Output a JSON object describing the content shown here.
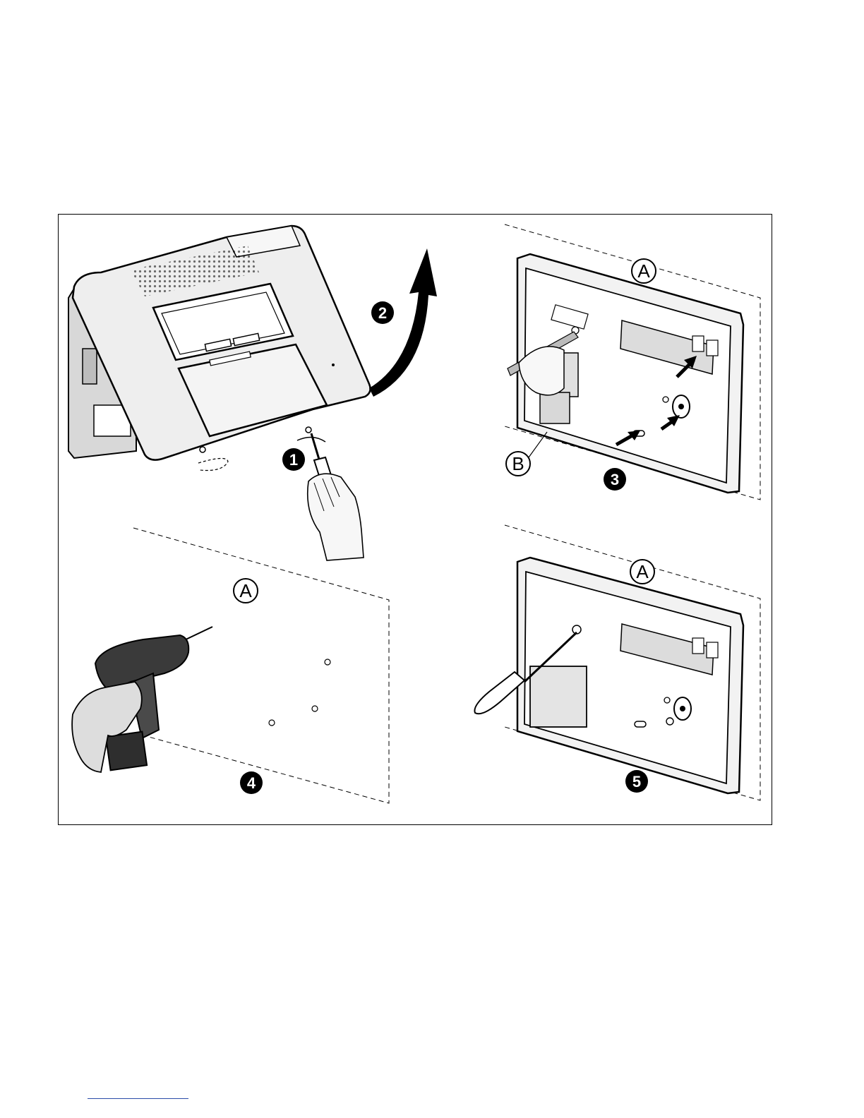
{
  "figure": {
    "steps": [
      "1",
      "2",
      "3",
      "4",
      "5"
    ],
    "callouts": {
      "surface": "A",
      "tamper": "B"
    }
  },
  "colors": {
    "ink": "#000000",
    "device_gray": "#e9e9e9",
    "device_dark": "#3a3a3a",
    "glove": "#f4f4f4",
    "footer_rule": "#2a4ba8"
  }
}
